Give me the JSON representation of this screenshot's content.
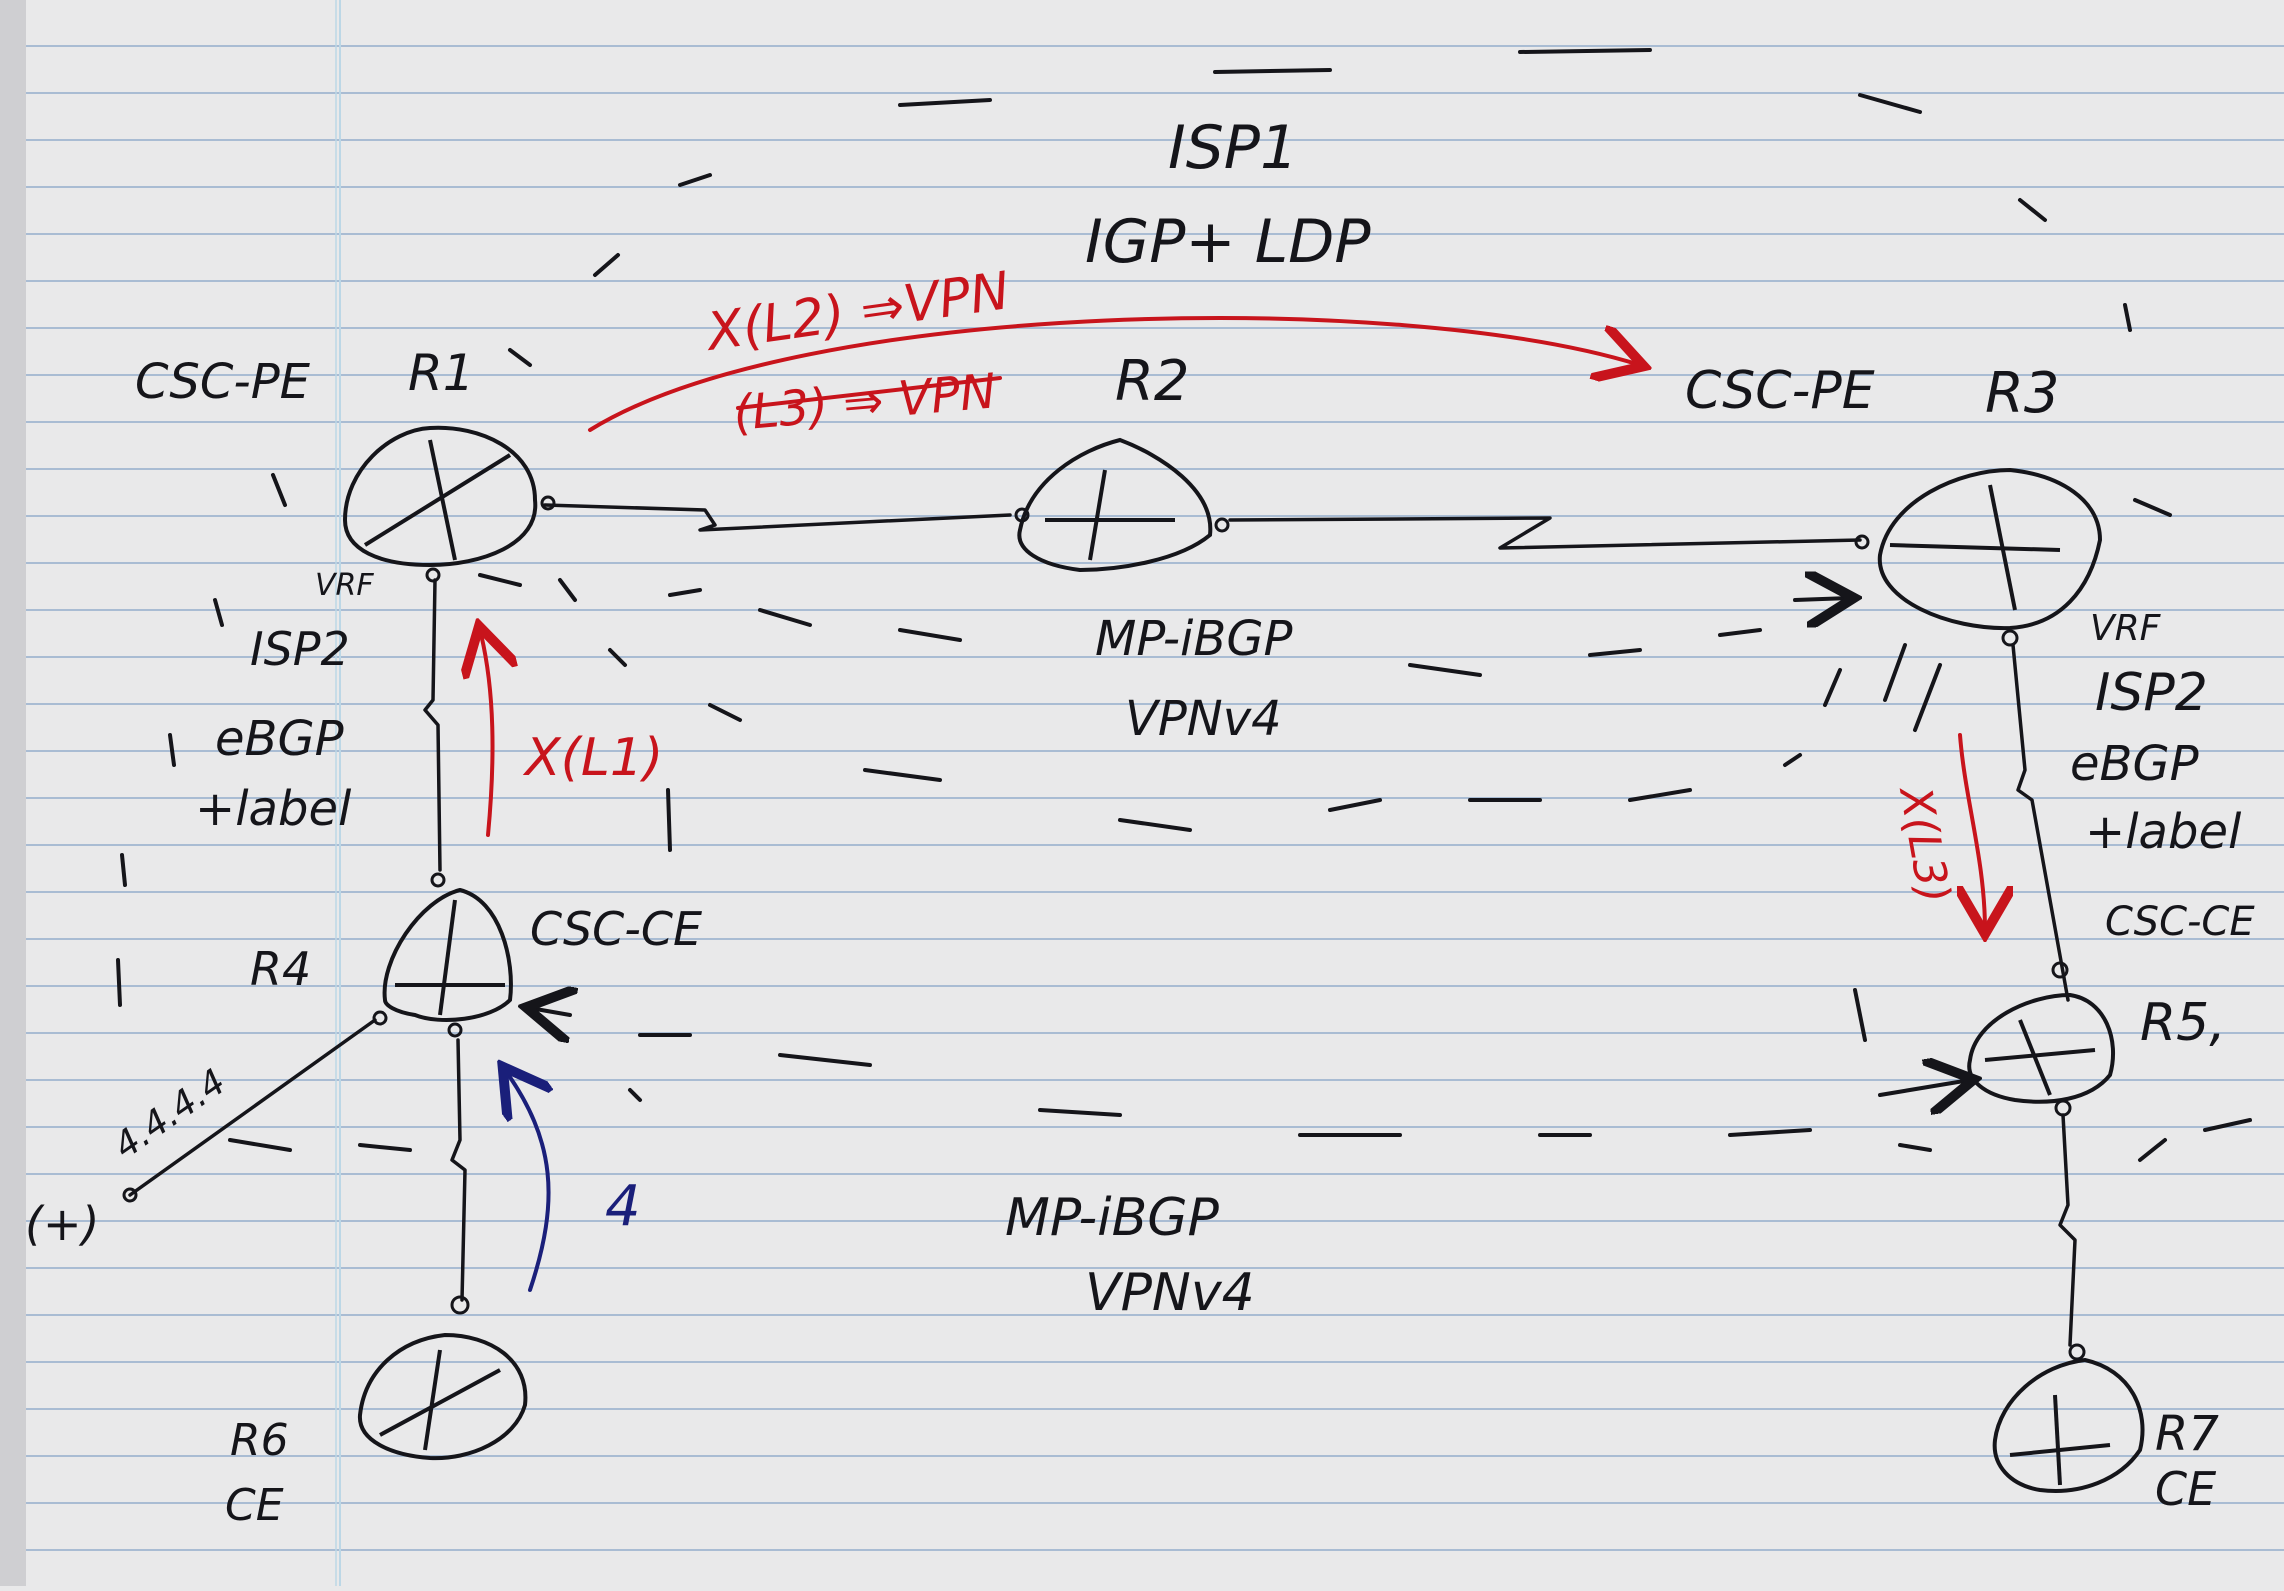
{
  "colors": {
    "paper": "#e9e9ea",
    "rule_line": "#a9bcd3",
    "margin_line": "#bcd7e6",
    "ink": "#15151a",
    "red_ink": "#c8141c",
    "blue_ink": "#1a1f7a"
  },
  "labels": {
    "isp1": "ISP1",
    "igp_ldp": "IGP+ LDP",
    "x_l2_vpn": "X(L2) ⇒VPN",
    "l3_vpn": "(L3) ⇒ VPN",
    "csc_pe_left": "CSC-PE",
    "r1": "R1",
    "r2": "R2",
    "csc_pe_right": "CSC-PE",
    "r3": "R3",
    "vrf_left": "VRF",
    "isp2_left": "ISP2",
    "ebgp_left": "eBGP",
    "label_left": "+label",
    "x_l1": "X(L1)",
    "mp_ibgp_top": "MP-iBGP",
    "vpnv4_top": "VPNv4",
    "vrf_right": "VRF",
    "isp2_right": "ISP2",
    "ebgp_right": "eBGP",
    "label_right": "+label",
    "csc_ce_left": "CSC-CE",
    "r4": "R4",
    "csc_ce_right": "CSC-CE",
    "r5": "R5,",
    "x_l3": "X(L3)",
    "loopback": "4.4.4.4",
    "plus": "(+)",
    "blue_label": "4",
    "mp_ibgp_bottom": "MP-iBGP",
    "vpnv4_bottom": "VPNv4",
    "r6": "R6",
    "ce_left": "CE",
    "r7": "R7",
    "ce_right": "CE"
  },
  "routers": [
    "R1",
    "R2",
    "R3",
    "R4",
    "R5",
    "R6",
    "R7"
  ],
  "icons": [
    "router-icon"
  ]
}
